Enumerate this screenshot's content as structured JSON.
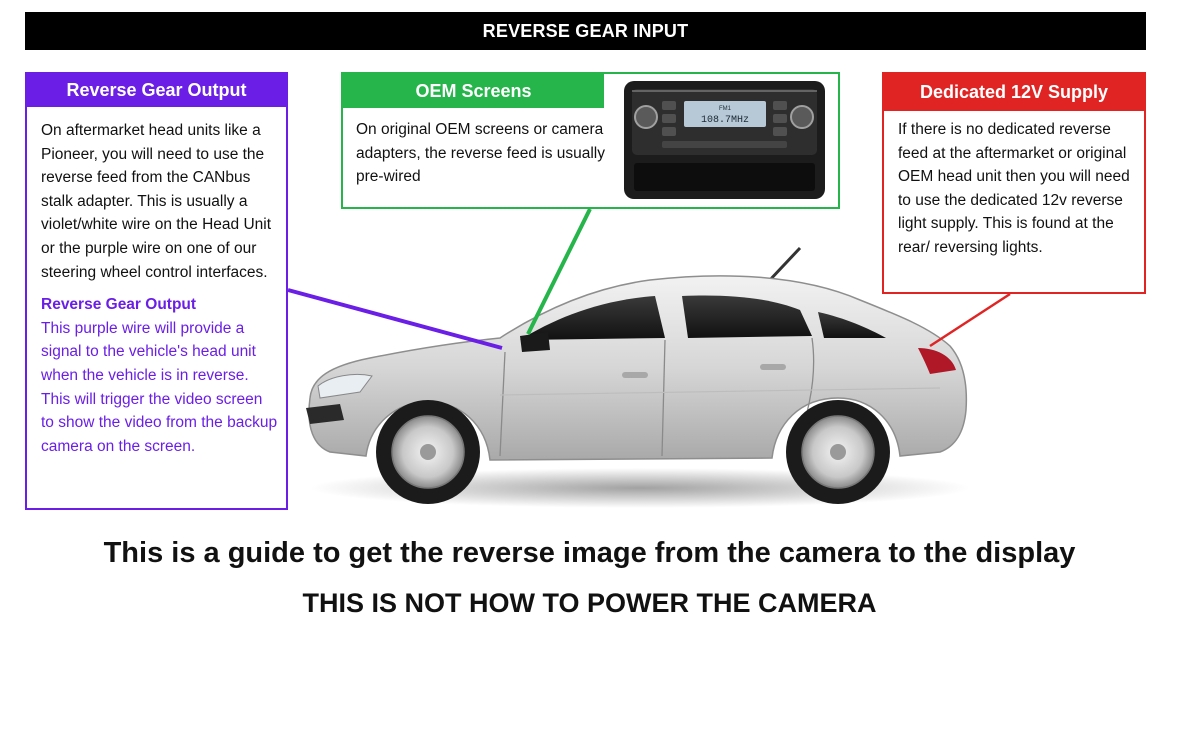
{
  "header": {
    "title": "REVERSE GEAR INPUT"
  },
  "boxes": {
    "reverse_gear_output": {
      "title": "Reverse Gear Output",
      "text": "On aftermarket head units like a Pioneer, you will need to use the reverse feed from the CANbus stalk adapter. This is usually a violet/white wire on the Head Unit or the purple wire on one of our steering wheel control interfaces.",
      "subtitle": "Reverse Gear Output",
      "subtext": "This purple wire will provide a signal to the vehicle's head unit when the vehicle is in reverse. This will trigger the video screen to show the video from the backup camera on the screen."
    },
    "oem_screens": {
      "title": "OEM Screens",
      "text": "On original OEM screens or camera adapters, the reverse feed is usually pre-wired",
      "radio_display": "108.7MHz",
      "radio_display_small": "FM1"
    },
    "dedicated_12v": {
      "title": "Dedicated 12V Supply",
      "text": "If there is no dedicated reverse feed at the aftermarket or original OEM head unit then you will need to use the dedicated 12v reverse light supply. This is found at the rear/ reversing lights."
    }
  },
  "captions": {
    "main": "This is a guide to get the reverse image from the camera to the display",
    "warning": "THIS IS NOT HOW TO POWER THE CAMERA"
  },
  "colors": {
    "purple": "#6a1ee6",
    "green": "#25b54a",
    "red": "#e02424",
    "black": "#000000"
  }
}
